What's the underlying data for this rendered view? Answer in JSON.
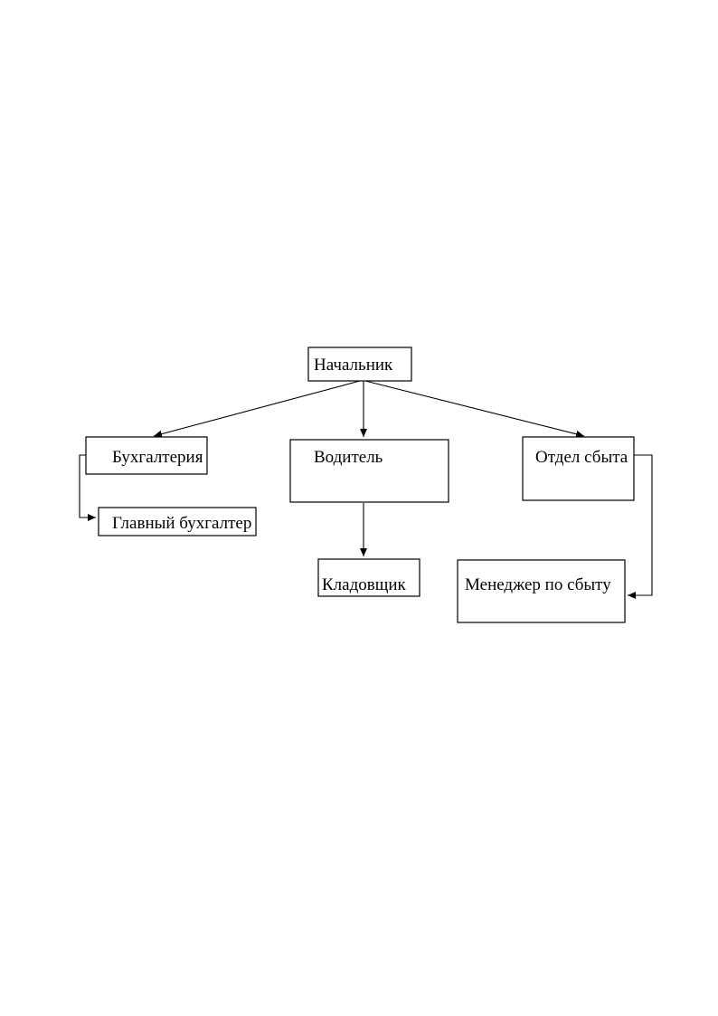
{
  "nodes": {
    "boss": {
      "label": "Начальник"
    },
    "accounting": {
      "label": "Бухгалтерия"
    },
    "chief_accountant": {
      "label": "Главный бухгалтер"
    },
    "driver": {
      "label": "Водитель"
    },
    "storekeeper": {
      "label": "Кладовщик"
    },
    "sales_dept": {
      "label": "Отдел сбыта"
    },
    "sales_manager": {
      "label": "Менеджер по сбыту"
    }
  },
  "edges": [
    {
      "from": "boss",
      "to": "accounting"
    },
    {
      "from": "boss",
      "to": "driver"
    },
    {
      "from": "boss",
      "to": "sales_dept"
    },
    {
      "from": "accounting",
      "to": "chief_accountant"
    },
    {
      "from": "driver",
      "to": "storekeeper"
    },
    {
      "from": "sales_dept",
      "to": "sales_manager"
    }
  ]
}
